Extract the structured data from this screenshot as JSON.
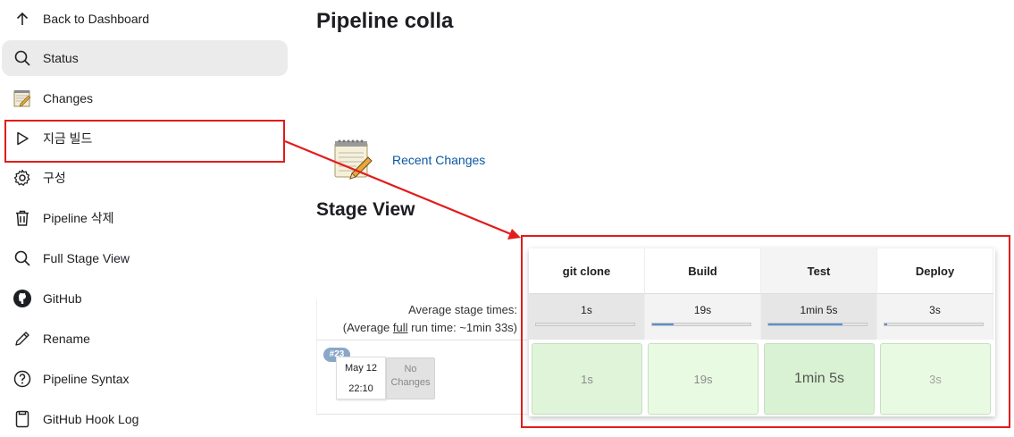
{
  "sidebar": {
    "items": [
      {
        "label": "Back to Dashboard",
        "icon": "arrow-up-icon"
      },
      {
        "label": "Status",
        "icon": "search-icon"
      },
      {
        "label": "Changes",
        "icon": "notepad-icon"
      },
      {
        "label": "지금 빌드",
        "icon": "play-icon"
      },
      {
        "label": "구성",
        "icon": "gear-icon"
      },
      {
        "label": "Pipeline 삭제",
        "icon": "trash-icon"
      },
      {
        "label": "Full Stage View",
        "icon": "search-icon"
      },
      {
        "label": "GitHub",
        "icon": "github-icon"
      },
      {
        "label": "Rename",
        "icon": "pencil-icon"
      },
      {
        "label": "Pipeline Syntax",
        "icon": "help-icon"
      },
      {
        "label": "GitHub Hook Log",
        "icon": "document-icon"
      }
    ]
  },
  "main": {
    "title": "Pipeline colla",
    "recent_changes_label": "Recent Changes",
    "stage_view_title": "Stage View"
  },
  "stage_view": {
    "avg_label": "Average stage times:",
    "avg_full_prefix": "(Average ",
    "avg_full_link": "full",
    "avg_full_suffix": " run time: ~1min 33s)",
    "run": {
      "badge": "#23",
      "date": "May 12",
      "time": "22:10",
      "changes": "No Changes"
    },
    "stages": [
      {
        "name": "git clone",
        "avg": "1s",
        "cell": "1s",
        "bar_fill": 0.0
      },
      {
        "name": "Build",
        "avg": "19s",
        "cell": "19s",
        "bar_fill": 0.22
      },
      {
        "name": "Test",
        "avg": "1min 5s",
        "cell": "1min 5s",
        "bar_fill": 0.75
      },
      {
        "name": "Deploy",
        "avg": "3s",
        "cell": "3s",
        "bar_fill": 0.03
      }
    ]
  },
  "colors": {
    "annotation_red": "#e31b1b",
    "link_blue": "#0b57a3",
    "stage_success": "#e0f5dc",
    "stage_success_light": "#e8fbe2",
    "progress_blue": "#5a8fd0"
  }
}
